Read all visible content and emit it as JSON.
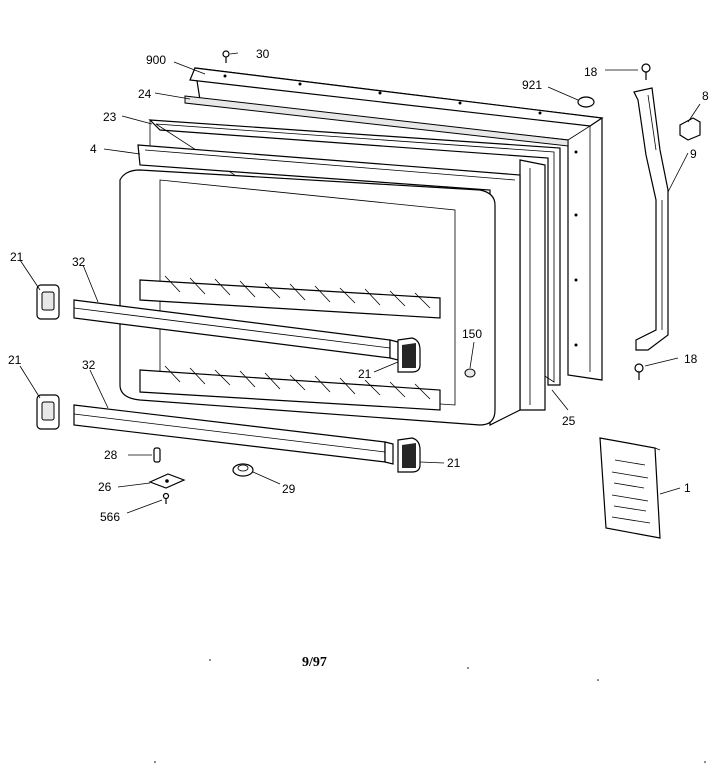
{
  "callouts": {
    "c900": "900",
    "c30": "30",
    "c921": "921",
    "c18a": "18",
    "c8": "8",
    "c24": "24",
    "c23": "23",
    "c4": "4",
    "c9": "9",
    "c21a": "21",
    "c32a": "32",
    "c150": "150",
    "c21b": "21",
    "c21c": "21",
    "c32b": "32",
    "c18b": "18",
    "c25": "25",
    "c28": "28",
    "c21d": "21",
    "c26": "26",
    "c29": "29",
    "c566": "566",
    "c1": "1"
  },
  "footer": {
    "date": "9/97"
  }
}
